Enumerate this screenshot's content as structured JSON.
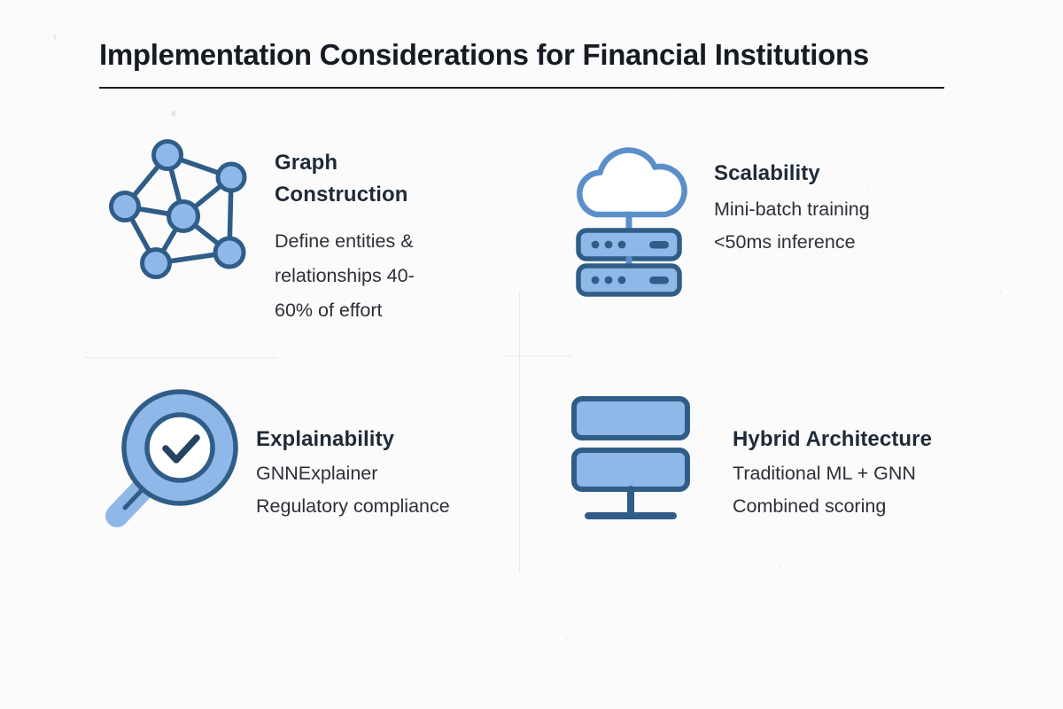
{
  "page": {
    "title": "Implementation Considerations for Financial Institutions",
    "background_color": "#fbfbfb",
    "title_color": "#161b22",
    "rule_color": "#1b1f26"
  },
  "theme": {
    "icon_fill": "#8fb8e8",
    "icon_stroke": "#2f5d87",
    "icon_stroke_light": "#5b8fc9",
    "divider_color": "#eaebed",
    "heading_color": "#1f2a37",
    "body_color": "#2c2f36"
  },
  "cards": [
    {
      "id": "graph-construction",
      "icon": "network-graph-icon",
      "title": "Graph Construction",
      "title_line_1": "Graph",
      "title_line_2": "Construction",
      "body": "Define entities & relationships 40-60% of effort",
      "body_line_1": "Define entities &",
      "body_line_2": "relationships 40-",
      "body_line_3": "60% of effort"
    },
    {
      "id": "scalability",
      "icon": "cloud-server-icon",
      "title": "Scalability",
      "body_line_1": "Mini-batch training",
      "body_line_2": "<50ms inference"
    },
    {
      "id": "explainability",
      "icon": "magnifier-check-icon",
      "title": "Explainability",
      "body_line_1": "GNNExplainer",
      "body_line_2": "Regulatory compliance"
    },
    {
      "id": "hybrid-architecture",
      "icon": "stacked-layers-icon",
      "title": "Hybrid Architecture",
      "body_line_1": "Traditional ML + GNN",
      "body_line_2": "Combined scoring"
    }
  ]
}
